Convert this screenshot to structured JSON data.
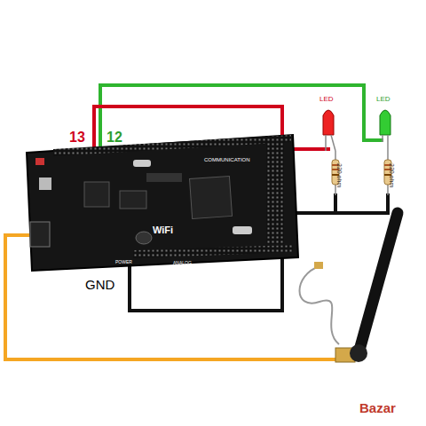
{
  "diagram": {
    "labels": [
      "13",
      "12",
      "GND",
      "LED",
      "LED",
      "220 ohm",
      "220 ohm",
      "WiFi",
      "COMMUNICATION",
      "POWER",
      "ANALOG",
      "Bazar"
    ]
  }
}
